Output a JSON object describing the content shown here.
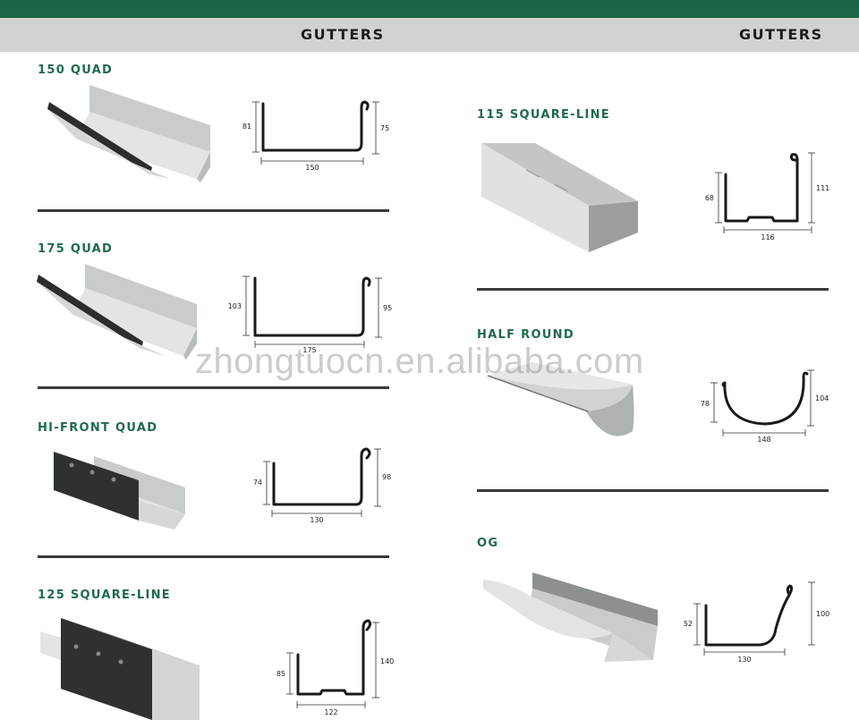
{
  "header": {
    "title_left": "GUTTERS",
    "title_right": "GUTTERS",
    "brand_color": "#1d6447",
    "band_color": "#d2d2d2"
  },
  "watermark": "zhongtuocn.en.alibaba.com",
  "products": [
    {
      "id": "150-quad",
      "name": "150 QUAD",
      "dims": {
        "back": "81",
        "front": "75",
        "width": "150"
      }
    },
    {
      "id": "175-quad",
      "name": "175 QUAD",
      "dims": {
        "back": "103",
        "front": "95",
        "width": "175"
      }
    },
    {
      "id": "hi-front-quad",
      "name": "HI-FRONT QUAD",
      "dims": {
        "back": "74",
        "front": "98",
        "width": "130"
      }
    },
    {
      "id": "125-square-line",
      "name": "125 SQUARE-LINE",
      "dims": {
        "back": "85",
        "front": "140",
        "width": "122"
      }
    },
    {
      "id": "115-square-line",
      "name": "115 SQUARE-LINE",
      "dims": {
        "back": "68",
        "front": "111",
        "width": "116"
      }
    },
    {
      "id": "half-round",
      "name": "HALF ROUND",
      "dims": {
        "back": "78",
        "front": "104",
        "width": "148"
      }
    },
    {
      "id": "og",
      "name": "OG",
      "dims": {
        "back": "52",
        "front": "100",
        "width": "130"
      }
    }
  ]
}
